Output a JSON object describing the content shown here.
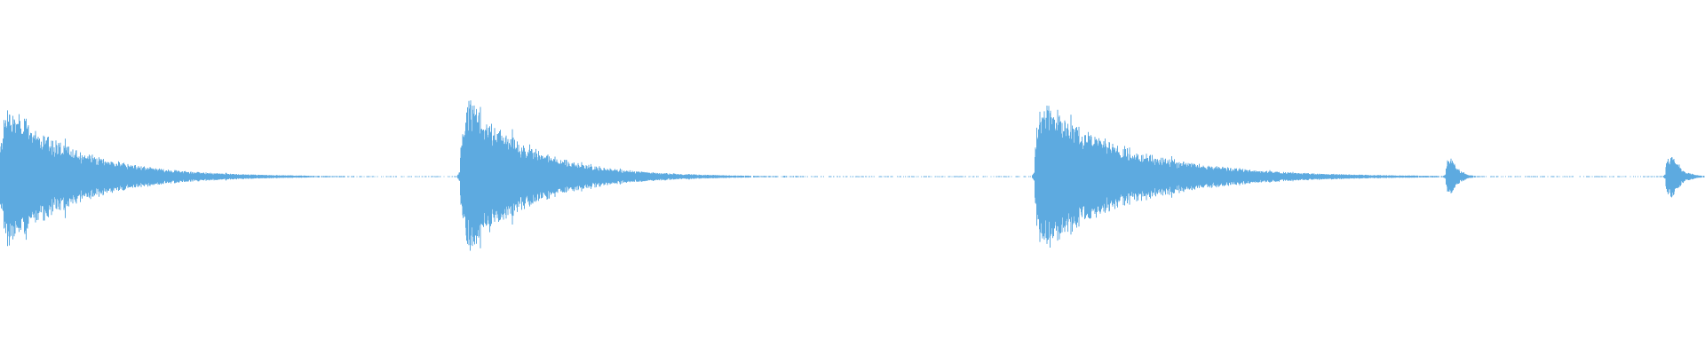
{
  "waveform": {
    "color": "#5DAAE0",
    "background": "#FFFFFF",
    "amplitude_scale": "linear",
    "peak_level": 0.52,
    "events": [
      {
        "start": 0.0,
        "decay_end": 0.13,
        "peak": 0.49
      },
      {
        "start": 0.27,
        "decay_end": 0.39,
        "peak": 0.52
      },
      {
        "start": 0.607,
        "decay_end": 0.77,
        "peak": 0.5
      },
      {
        "start": 0.848,
        "decay_end": 0.862,
        "peak": 0.25
      },
      {
        "start": 0.977,
        "decay_end": 0.995,
        "peak": 0.26
      }
    ]
  }
}
